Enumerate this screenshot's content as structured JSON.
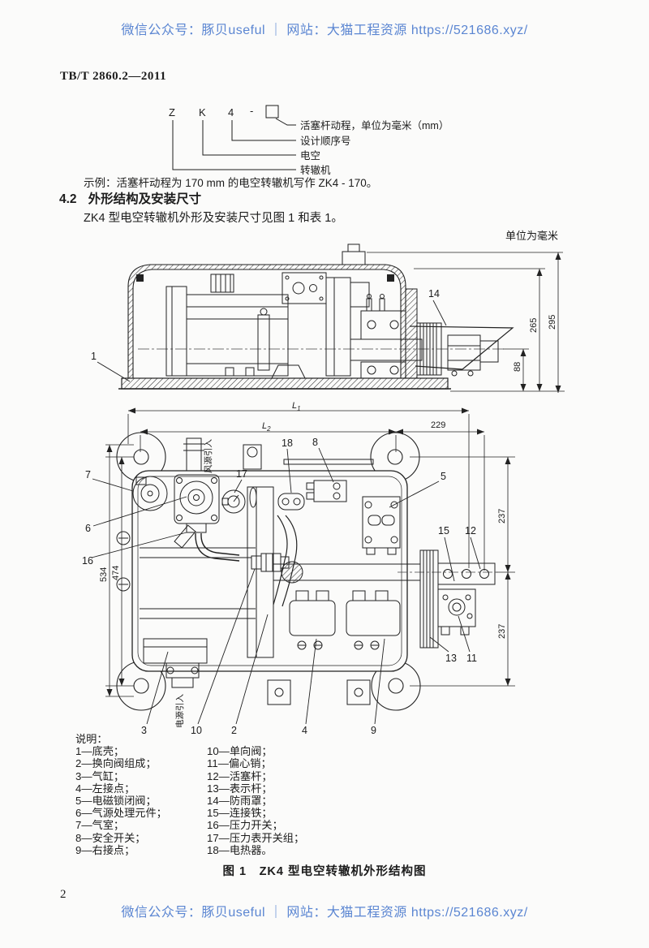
{
  "watermark": {
    "header": "微信公众号：豚贝useful ｜ 网站：大猫工程资源 https://521686.xyz/",
    "footer": "微信公众号：豚贝useful ｜ 网站：大猫工程资源 https://521686.xyz/"
  },
  "standard_number": "TB/T 2860.2—2011",
  "designation": {
    "letters": {
      "z": "Z",
      "k": "K",
      "four": "4",
      "dash": "-"
    },
    "labels": {
      "stroke": "活塞杆动程，单位为毫米（mm）",
      "design_seq": "设计顺序号",
      "electro": "电空",
      "machine": "转辙机"
    }
  },
  "example_line": "示例：活塞杆动程为 170 mm 的电空转辙机写作 ZK4 - 170。",
  "section": {
    "number": "4.2",
    "title": "外形结构及安装尺寸"
  },
  "body_line": "ZK4 型电空转辙机外形及安装尺寸见图 1 和表 1。",
  "figure": {
    "units_note": "单位为毫米",
    "caption": "图 1　ZK4 型电空转辙机外形结构图",
    "rotated_notes": {
      "air_inlet": "风源引入",
      "power_inlet": "电源引入"
    },
    "dims": {
      "h88": "88",
      "h265": "265",
      "h295": "295",
      "L": "L",
      "sub1": "1",
      "sub2": "2",
      "w229": "229",
      "v534": "534",
      "v474": "474",
      "r237_top": "237",
      "r237_bottom": "237"
    },
    "part_numbers": {
      "p1": "1",
      "p2": "2",
      "p3": "3",
      "p4": "4",
      "p5": "5",
      "p6": "6",
      "p7": "7",
      "p8": "8",
      "p9": "9",
      "p10": "10",
      "p11": "11",
      "p12": "12",
      "p13": "13",
      "p14": "14",
      "p15": "15",
      "p16": "16",
      "p17": "17",
      "p18": "18"
    }
  },
  "legend": {
    "title": "说明：",
    "col1": [
      "1—底壳；",
      "2—换向阀组成；",
      "3—气缸；",
      "4—左接点；",
      "5—电磁锁闭阀；",
      "6—气源处理元件；",
      "7—气室；",
      "8—安全开关；",
      "9—右接点；"
    ],
    "col2": [
      "10—单向阀；",
      "11—偏心销；",
      "12—活塞杆；",
      "13—表示杆；",
      "14—防雨罩；",
      "15—连接铁；",
      "16—压力开关；",
      "17—压力表开关组；",
      "18—电热器。"
    ]
  },
  "page_number": "2",
  "colors": {
    "watermark_blue": "#5b86d2",
    "ink": "#1c1c1c",
    "paper": "#fbfbfa"
  }
}
